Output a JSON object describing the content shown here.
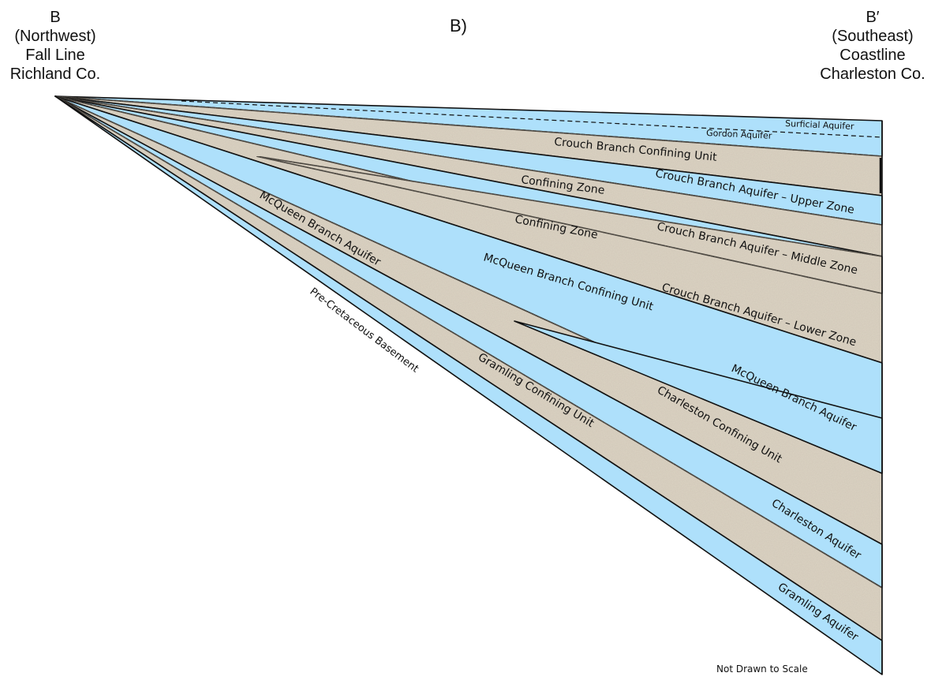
{
  "panel_label": "B)",
  "left_header": {
    "point": "B",
    "direction": "(Northwest)",
    "feature": "Fall Line",
    "county": "Richland Co."
  },
  "right_header": {
    "point": "B′",
    "direction": "(Southeast)",
    "feature": "Coastline",
    "county": "Charleston Co."
  },
  "colors": {
    "aquifer": "#aee0fb",
    "confining": "#ddd4c4",
    "outline": "#111111"
  },
  "units": {
    "surficial_aquifer": "Surficial Aquifer",
    "gordon_aquifer": "Gordon Aquifer",
    "crouch_branch_confining_unit": "Crouch Branch Confining Unit",
    "confining_zone_upper": "Confining Zone",
    "crouch_branch_upper": "Crouch Branch Aquifer – Upper Zone",
    "confining_zone_lower": "Confining Zone",
    "crouch_branch_middle": "Crouch Branch Aquifer – Middle Zone",
    "mcqueen_branch_confining_unit": "McQueen Branch Confining Unit",
    "crouch_branch_lower": "Crouch Branch Aquifer – Lower Zone",
    "mcqueen_branch_aquifer_updip": "McQueen Branch Aquifer",
    "mcqueen_branch_aquifer_downdip": "McQueen Branch Aquifer",
    "charleston_confining_unit": "Charleston Confining Unit",
    "charleston_aquifer": "Charleston Aquifer",
    "gramling_confining_unit": "Gramling Confining Unit",
    "gramling_aquifer": "Gramling Aquifer",
    "pre_cretaceous_basement": "Pre-Cretaceous Basement"
  },
  "scale_note": "Not Drawn to Scale"
}
